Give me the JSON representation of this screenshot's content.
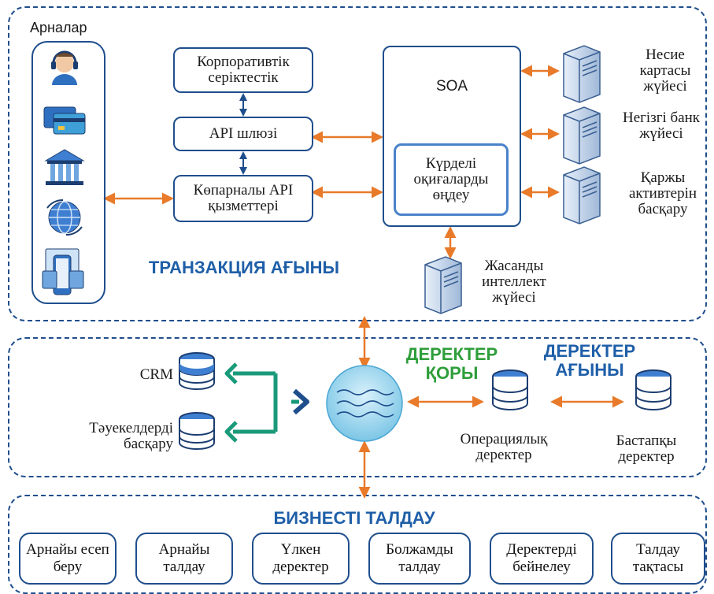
{
  "transaction_section": {
    "channels_label": "Арналар",
    "partnership": "Корпоративтік серіктестік",
    "api_gateway": "API шлюзі",
    "multichannel_api": "Көпарналы API қызметтері",
    "soa": "SOA",
    "complex_event": "Күрделі оқиғаларды өңдеу",
    "credit_card_system": "Несие картасы жүйесі",
    "core_bank_system": "Негізгі банк жүйесі",
    "asset_management": "Қаржы активтерін басқару",
    "ai_system": "Жасанды интеллект жүйесі",
    "title": "ТРАНЗАКЦИЯ АҒЫНЫ"
  },
  "data_section": {
    "crm": "CRM",
    "risk_management": "Тәуекелдерді басқару",
    "data_lake_title": "ДЕРЕКТЕР ҚОРЫ",
    "data_flow_title": "ДЕРЕКТЕР АҒЫНЫ",
    "operational_data": "Операциялық деректер",
    "source_data": "Бастапқы деректер"
  },
  "business_section": {
    "title": "БИЗНЕСТІ ТАЛДАУ",
    "items": [
      {
        "label": "Арнайы есеп беру"
      },
      {
        "label": "Арнайы талдау"
      },
      {
        "label": "Үлкен деректер"
      },
      {
        "label": "Болжамды талдау"
      },
      {
        "label": "Деректерді бейнелеу"
      },
      {
        "label": "Талдау тақтасы"
      }
    ]
  },
  "colors": {
    "border_blue": "#1f4e8c",
    "arrow_orange": "#e87a2a",
    "title_blue": "#1f5fa8",
    "title_green": "#2e9e3a",
    "teal_arrow": "#1a9a7a"
  },
  "icons": [
    "headset-agent-icon",
    "credit-card-icon",
    "bank-building-icon",
    "globe-icon",
    "devices-icon",
    "server-icon",
    "database-icon",
    "data-lake-icon"
  ]
}
